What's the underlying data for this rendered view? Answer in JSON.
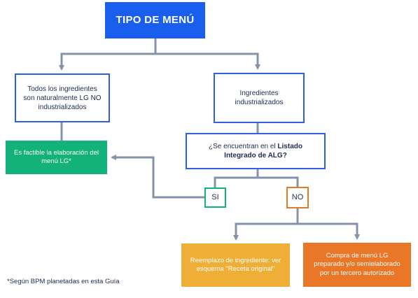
{
  "title": "TIPO DE MENÚ",
  "branches": {
    "natural": "Todos los ingredientes son naturalmente LG NO industrializados",
    "industrial": "Ingredientes industrializados"
  },
  "question": {
    "prefix": "¿Se encuentran en el ",
    "bold": "Listado Integrado de ALG?"
  },
  "answers": {
    "yes": "SI",
    "no": "NO"
  },
  "results": {
    "feasible": "Es factible la elaboración del menú LG*",
    "replace": "Reemplazo de ingrediente: ver esquema \"Receta original\"",
    "purchase": "Compra de menú LG preparado y/o semielaborado por un tercero autorizado"
  },
  "footnote": "*Según BPM planetadas en esta Guía",
  "colors": {
    "title": "#1a5ef0",
    "outline_blue": "#2f5fe3",
    "green": "#12b27a",
    "yellow": "#efae36",
    "orange": "#ea7628",
    "connector": "#8593a6"
  }
}
